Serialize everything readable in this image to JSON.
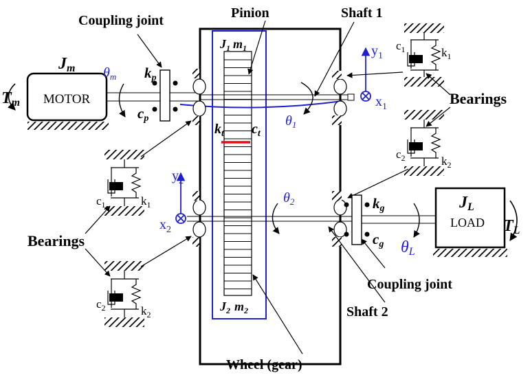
{
  "colors": {
    "ink": "#000000",
    "blue": "#1f1fd0",
    "red": "#e01010",
    "bg": "#ffffff"
  },
  "labels": {
    "coupling_joint_top": "Coupling joint",
    "pinion": "Pinion",
    "shaft1": "Shaft 1",
    "motor": "MOTOR",
    "jm_main": "J",
    "jm_sub": "m",
    "tm_main": "T",
    "tm_sub": "m",
    "theta_m_main": "θ",
    "theta_m_sub": "m",
    "kp_main": "k",
    "kp_sub": "p",
    "cp_main": "c",
    "cp_sub": "p",
    "j1_main": "J",
    "j1_sub": "1",
    "m1_main": "m",
    "m1_sub": "1",
    "kt_main": "k",
    "kt_sub": "t",
    "ct_main": "c",
    "ct_sub": "t",
    "theta1_main": "θ",
    "theta1_sub": "1",
    "y1_main": "y",
    "y1_sub": "1",
    "x1_main": "x",
    "x1_sub": "1",
    "bearings_right": "Bearings",
    "bearings_left": "Bearings",
    "y2_main": "y",
    "y2_sub": "2",
    "x2_main": "x",
    "x2_sub": "2",
    "theta2_main": "θ",
    "theta2_sub": "2",
    "kg_main": "k",
    "kg_sub": "g",
    "cg_main": "c",
    "cg_sub": "g",
    "jl_main": "J",
    "jl_sub": "L",
    "load": "LOAD",
    "tl_main": "T",
    "tl_sub": "L",
    "theta_l_main": "θ",
    "theta_l_sub": "L",
    "j2_main": "J",
    "j2_sub": "2",
    "m2_main": "m",
    "m2_sub": "2",
    "coupling_joint_bottom": "Coupling joint",
    "shaft2": "Shaft 2",
    "wheel": "Wheel (gear)",
    "c1": "c",
    "c1_sub": "1",
    "k1": "k",
    "k1_sub": "1",
    "c2": "c",
    "c2_sub": "2",
    "k2": "k",
    "k2_sub": "2"
  }
}
